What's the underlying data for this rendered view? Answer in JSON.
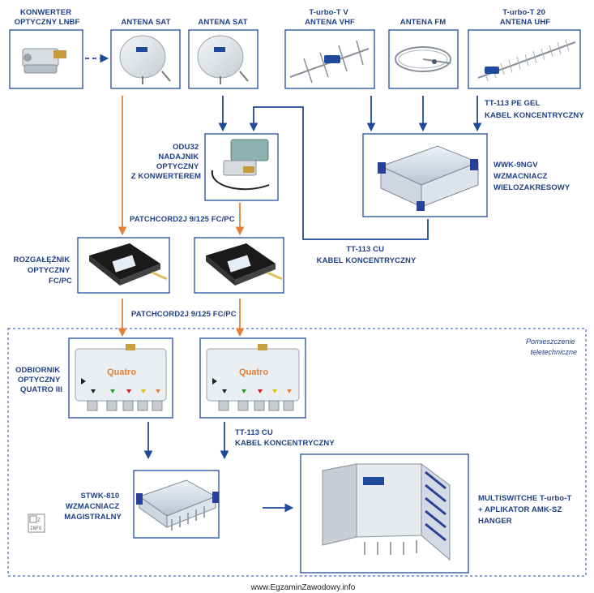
{
  "labels": {
    "konwerter": [
      "KONWERTER",
      "OPTYCZNY LNBF"
    ],
    "antena_sat_1": "ANTENA SAT",
    "antena_sat_2": "ANTENA SAT",
    "turbo_v": [
      "T-urbo-T V",
      "ANTENA VHF"
    ],
    "antena_fm": "ANTENA FM",
    "turbo_20": [
      "T-urbo-T 20",
      "ANTENA UHF"
    ],
    "tt113_gel": [
      "TT-113 PE GEL",
      "KABEL KONCENTRYCZNY"
    ],
    "odu32": [
      "ODU32",
      "NADAJNIK",
      "OPTYCZNY",
      "Z KONWERTEREM"
    ],
    "wwk": [
      "WWK-9NGV",
      "WZMACNIACZ",
      "WIELOZAKRESOWY"
    ],
    "patchcord_1": "PATCHCORD2J 9/125 FC/PC",
    "rozgaleznik": [
      "ROZGAŁĘŹNIK",
      "OPTYCZNY",
      "FC/PC"
    ],
    "tt113_cu_1": [
      "TT-113 CU",
      "KABEL KONCENTRYCZNY"
    ],
    "patchcord_2": "PATCHCORD2J 9/125 FC/PC",
    "pomieszczenie": [
      "Pomieszczenie",
      "teletechniczne"
    ],
    "odbiornik": [
      "ODBIORNIK",
      "OPTYCZNY",
      "QUATRO III"
    ],
    "tt113_cu_2": [
      "TT-113 CU",
      "KABEL KONCENTRYCZNY"
    ],
    "stwk": [
      "STWK-810",
      "WZMACNIACZ",
      "MAGISTRALNY"
    ],
    "multiswitche": [
      "MULTISWITCHE T-urbo-T",
      "+ APLIKATOR AMK-SZ",
      "HANGER"
    ],
    "quatro_brand_1": "Quatro",
    "quatro_brand_2": "Quatro",
    "logo": "EZ INFO",
    "footer": "www.EgzaminZawodowy.info"
  },
  "colors": {
    "blue_line": "#1f4a9b",
    "orange_line": "#e0803a",
    "label_text": "#1f3f86"
  }
}
